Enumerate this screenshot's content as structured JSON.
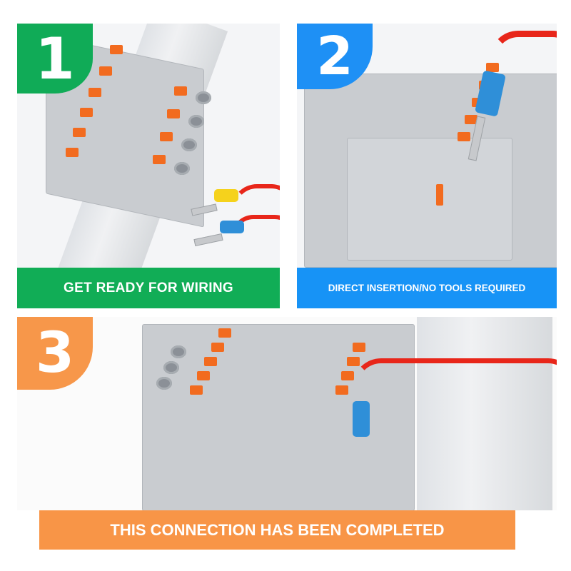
{
  "steps": [
    {
      "number": "1",
      "caption": "GET READY FOR WIRING",
      "color": "#10ab57"
    },
    {
      "number": "2",
      "caption": "DIRECT INSERTION/NO TOOLS REQUIRED",
      "color": "#1e90f5"
    },
    {
      "number": "3",
      "caption": "THIS CONNECTION HAS BEEN COMPLETED",
      "color": "#f7974a"
    }
  ],
  "photos": {
    "step1": "terminal-blocks-on-din-rail-with-ferrule-wires",
    "step2": "ferrule-wire-inserted-into-terminal",
    "step3": "wire-connected-in-terminal-block"
  }
}
